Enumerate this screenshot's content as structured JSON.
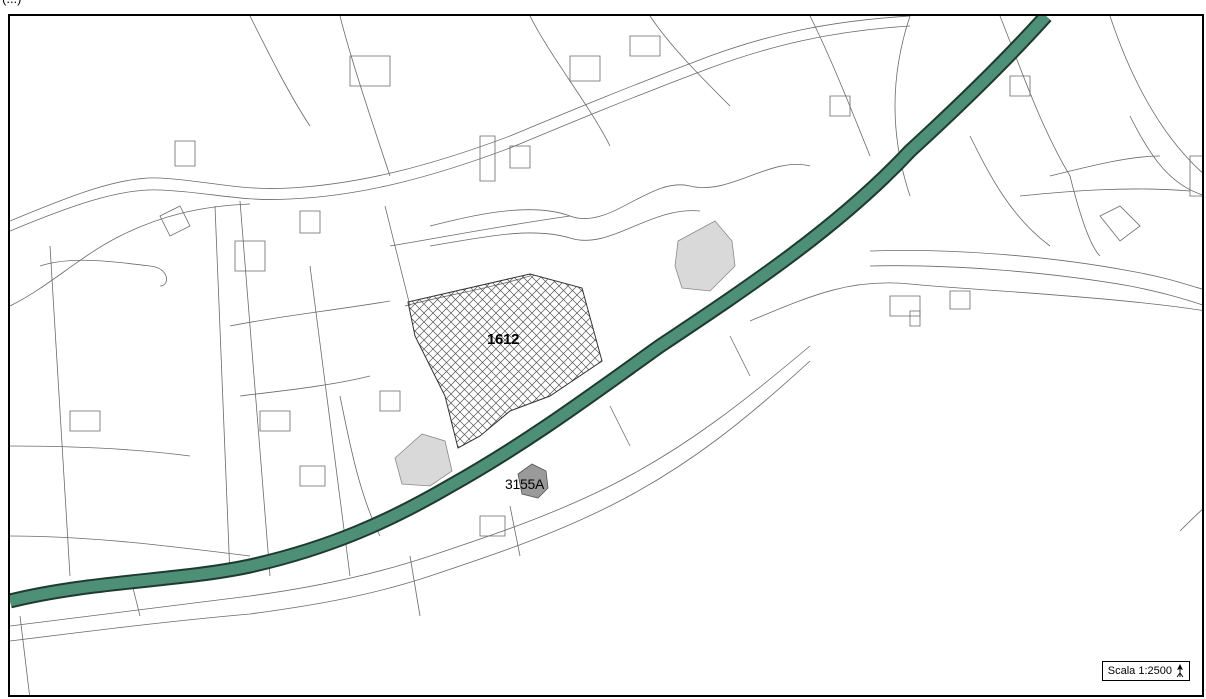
{
  "caption": "(...)",
  "map": {
    "parcel_label": "1612",
    "point_label": "3155A",
    "scale_label": "Scala 1:2500",
    "colors": {
      "road": "#4e8f78",
      "road_edge": "#1f3a30",
      "hatch": "#555555",
      "building": "#d9d9d9",
      "marker": "#9a9a9a",
      "lines": "#6a6a6a"
    },
    "icons": [
      "north-arrow-icon"
    ]
  }
}
